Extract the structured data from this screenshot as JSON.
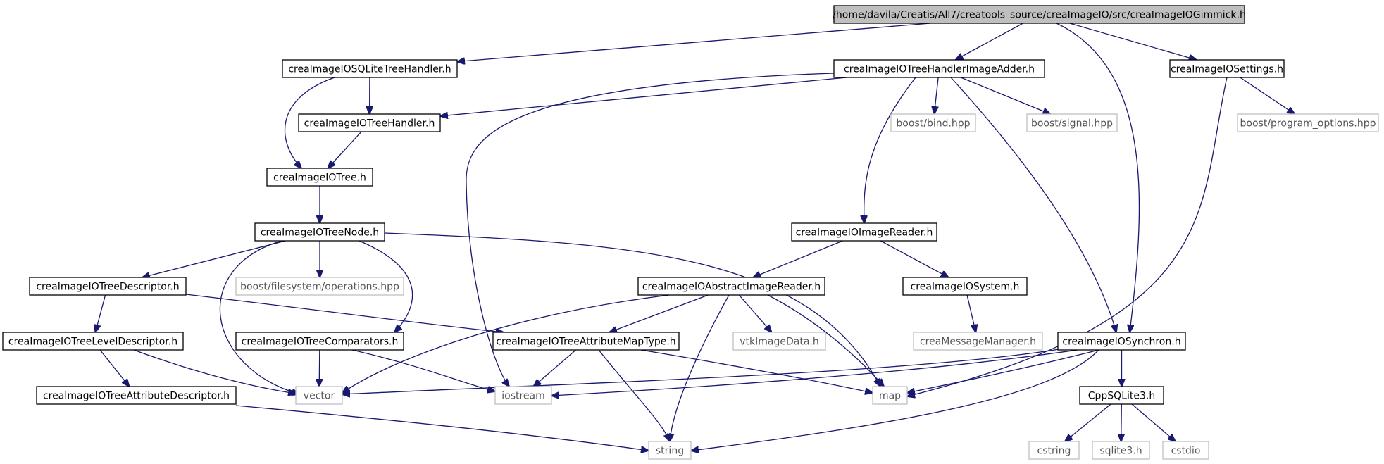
{
  "diagram": {
    "nodes": [
      {
        "id": "gimmick",
        "label": "/home/davila/Creatis/All7/creatools_source/creaImageIO/src/creaImageIOGimmick.h",
        "kind": "root"
      },
      {
        "id": "sqlite_handler",
        "label": "creaImageIOSQLiteTreeHandler.h",
        "kind": "project"
      },
      {
        "id": "handler_adder",
        "label": "creaImageIOTreeHandlerImageAdder.h",
        "kind": "project"
      },
      {
        "id": "settings",
        "label": "creaImageIOSettings.h",
        "kind": "project"
      },
      {
        "id": "tree_handler",
        "label": "creaImageIOTreeHandler.h",
        "kind": "project"
      },
      {
        "id": "boost_bind",
        "label": "boost/bind.hpp",
        "kind": "external"
      },
      {
        "id": "boost_signal",
        "label": "boost/signal.hpp",
        "kind": "external"
      },
      {
        "id": "boost_po",
        "label": "boost/program_options.hpp",
        "kind": "external"
      },
      {
        "id": "tree",
        "label": "creaImageIOTree.h",
        "kind": "project"
      },
      {
        "id": "tree_node",
        "label": "creaImageIOTreeNode.h",
        "kind": "project"
      },
      {
        "id": "image_reader",
        "label": "creaImageIOImageReader.h",
        "kind": "project"
      },
      {
        "id": "tree_descriptor",
        "label": "creaImageIOTreeDescriptor.h",
        "kind": "project"
      },
      {
        "id": "boost_fs",
        "label": "boost/filesystem/operations.hpp",
        "kind": "external"
      },
      {
        "id": "abstract_reader",
        "label": "creaImageIOAbstractImageReader.h",
        "kind": "project"
      },
      {
        "id": "system",
        "label": "creaImageIOSystem.h",
        "kind": "project"
      },
      {
        "id": "level_descriptor",
        "label": "creaImageIOTreeLevelDescriptor.h",
        "kind": "project"
      },
      {
        "id": "comparators",
        "label": "creaImageIOTreeComparators.h",
        "kind": "project"
      },
      {
        "id": "attr_map",
        "label": "creaImageIOTreeAttributeMapType.h",
        "kind": "project"
      },
      {
        "id": "vtk",
        "label": "vtkImageData.h",
        "kind": "external"
      },
      {
        "id": "msg_manager",
        "label": "creaMessageManager.h",
        "kind": "external"
      },
      {
        "id": "synchron",
        "label": "creaImageIOSynchron.h",
        "kind": "project"
      },
      {
        "id": "attr_descriptor",
        "label": "creaImageIOTreeAttributeDescriptor.h",
        "kind": "project"
      },
      {
        "id": "vector",
        "label": "vector",
        "kind": "external"
      },
      {
        "id": "iostream",
        "label": "iostream",
        "kind": "external"
      },
      {
        "id": "map",
        "label": "map",
        "kind": "external"
      },
      {
        "id": "cppsqlite",
        "label": "CppSQLite3.h",
        "kind": "project"
      },
      {
        "id": "string",
        "label": "string",
        "kind": "external"
      },
      {
        "id": "cstring",
        "label": "cstring",
        "kind": "external"
      },
      {
        "id": "sqlite3",
        "label": "sqlite3.h",
        "kind": "external"
      },
      {
        "id": "cstdio",
        "label": "cstdio",
        "kind": "external"
      }
    ],
    "edges": [
      {
        "from": "gimmick",
        "to": "sqlite_handler"
      },
      {
        "from": "gimmick",
        "to": "handler_adder"
      },
      {
        "from": "gimmick",
        "to": "settings"
      },
      {
        "from": "gimmick",
        "to": "synchron"
      },
      {
        "from": "sqlite_handler",
        "to": "tree_handler"
      },
      {
        "from": "sqlite_handler",
        "to": "tree"
      },
      {
        "from": "handler_adder",
        "to": "tree_handler"
      },
      {
        "from": "handler_adder",
        "to": "boost_bind"
      },
      {
        "from": "handler_adder",
        "to": "boost_signal"
      },
      {
        "from": "handler_adder",
        "to": "image_reader"
      },
      {
        "from": "handler_adder",
        "to": "synchron"
      },
      {
        "from": "handler_adder",
        "to": "iostream"
      },
      {
        "from": "settings",
        "to": "boost_po"
      },
      {
        "from": "settings",
        "to": "map"
      },
      {
        "from": "tree_handler",
        "to": "tree"
      },
      {
        "from": "tree",
        "to": "tree_node"
      },
      {
        "from": "tree_node",
        "to": "tree_descriptor"
      },
      {
        "from": "tree_node",
        "to": "boost_fs"
      },
      {
        "from": "tree_node",
        "to": "comparators"
      },
      {
        "from": "tree_node",
        "to": "vector"
      },
      {
        "from": "tree_node",
        "to": "map"
      },
      {
        "from": "image_reader",
        "to": "abstract_reader"
      },
      {
        "from": "image_reader",
        "to": "system"
      },
      {
        "from": "tree_descriptor",
        "to": "level_descriptor"
      },
      {
        "from": "tree_descriptor",
        "to": "attr_map"
      },
      {
        "from": "abstract_reader",
        "to": "attr_map"
      },
      {
        "from": "abstract_reader",
        "to": "vtk"
      },
      {
        "from": "abstract_reader",
        "to": "vector"
      },
      {
        "from": "abstract_reader",
        "to": "map"
      },
      {
        "from": "abstract_reader",
        "to": "string"
      },
      {
        "from": "system",
        "to": "msg_manager"
      },
      {
        "from": "level_descriptor",
        "to": "attr_descriptor"
      },
      {
        "from": "level_descriptor",
        "to": "vector"
      },
      {
        "from": "comparators",
        "to": "vector"
      },
      {
        "from": "comparators",
        "to": "iostream"
      },
      {
        "from": "attr_map",
        "to": "iostream"
      },
      {
        "from": "attr_map",
        "to": "map"
      },
      {
        "from": "attr_map",
        "to": "string"
      },
      {
        "from": "synchron",
        "to": "cppsqlite"
      },
      {
        "from": "synchron",
        "to": "vector"
      },
      {
        "from": "synchron",
        "to": "iostream"
      },
      {
        "from": "synchron",
        "to": "map"
      },
      {
        "from": "synchron",
        "to": "string"
      },
      {
        "from": "attr_descriptor",
        "to": "string"
      },
      {
        "from": "cppsqlite",
        "to": "cstring"
      },
      {
        "from": "cppsqlite",
        "to": "sqlite3"
      },
      {
        "from": "cppsqlite",
        "to": "cstdio"
      }
    ],
    "colors": {
      "edge": "#191970",
      "project_border": "#000000",
      "external_border": "#bfbfbf",
      "root_fill": "#bfbfbf",
      "external_text": "#555555"
    }
  }
}
